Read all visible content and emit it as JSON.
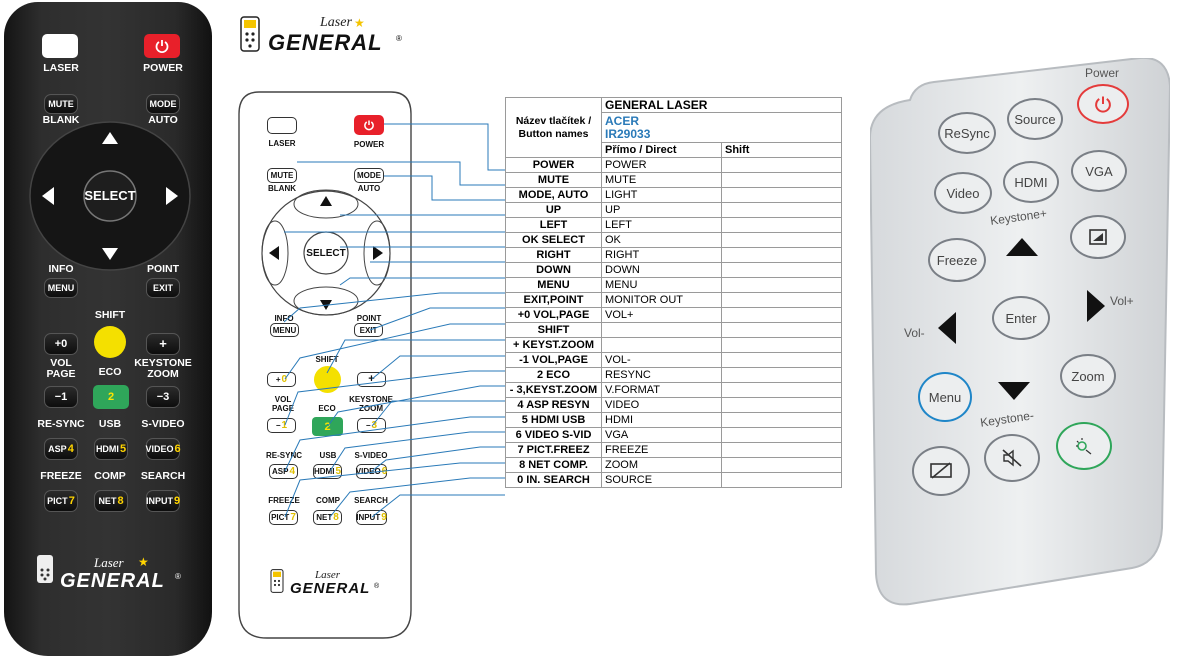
{
  "black_remote": {
    "laser": "LASER",
    "power": "POWER",
    "mute_blank": [
      "MUTE",
      "BLANK"
    ],
    "mode_auto": [
      "MODE",
      "AUTO"
    ],
    "select": "SELECT",
    "info": "INFO",
    "point": "POINT",
    "menu": "MENU",
    "exit": "EXIT",
    "shift": "SHIFT",
    "plus0": "+0",
    "plus": "+",
    "vol_page": [
      "VOL",
      "PAGE"
    ],
    "eco": "ECO",
    "keystone_zoom": [
      "KEYSTONE",
      "ZOOM"
    ],
    "minus1": "−1",
    "two": "2",
    "minus3": "−3",
    "resync": "RE-SYNC",
    "usb": "USB",
    "svideo": "S-VIDEO",
    "asp4": [
      "ASP",
      "4"
    ],
    "hdmi5": [
      "HDMI",
      "5"
    ],
    "video6": [
      "VIDEO",
      "6"
    ],
    "freeze": "FREEZE",
    "comp": "COMP",
    "search": "SEARCH",
    "pict7": [
      "PICT",
      "7"
    ],
    "net8": [
      "NET",
      "8"
    ],
    "input9": [
      "INPUT",
      "9"
    ],
    "logo_laser": "Laser",
    "logo_general": "GENERAL"
  },
  "logo_top": {
    "laser": "Laser",
    "general": "GENERAL"
  },
  "diagram": {
    "laser": "LASER",
    "power": "POWER",
    "mute": "MUTE",
    "blank": "BLANK",
    "mode": "MODE",
    "auto": "AUTO",
    "select": "SELECT",
    "info": "INFO",
    "point": "POINT",
    "menu": "MENU",
    "exit": "EXIT",
    "shift": "SHIFT",
    "plus": "+",
    "zero": "0",
    "vol": "VOL",
    "page": "PAGE",
    "eco": "ECO",
    "keystone": "KEYSTONE",
    "zoom": "ZOOM",
    "minus": "−",
    "one": "1",
    "two": "2",
    "three": "3",
    "resync": "RE-SYNC",
    "usb": "USB",
    "svideo": "S-VIDEO",
    "asp": "ASP",
    "four": "4",
    "hdmi": "HDMI",
    "five": "5",
    "video": "VIDEO",
    "six": "6",
    "freeze": "FREEZE",
    "comp": "COMP",
    "search": "SEARCH",
    "pict": "PICT",
    "seven": "7",
    "net": "NET",
    "eight": "8",
    "input": "INPUT",
    "nine": "9",
    "logo_laser": "Laser",
    "logo_general": "GENERAL"
  },
  "table": {
    "header_left": "Název tlačítek / Button names",
    "brand": "GENERAL LASER",
    "model_brand": "ACER",
    "model_code": "IR29033",
    "col_direct": "Přímo / Direct",
    "col_shift": "Shift",
    "rows": [
      {
        "name": "POWER",
        "direct": "POWER",
        "shift": ""
      },
      {
        "name": "MUTE",
        "direct": "MUTE",
        "shift": ""
      },
      {
        "name": "MODE, AUTO",
        "direct": "LIGHT",
        "shift": ""
      },
      {
        "name": "UP",
        "direct": "UP",
        "shift": ""
      },
      {
        "name": "LEFT",
        "direct": "LEFT",
        "shift": ""
      },
      {
        "name": "OK SELECT",
        "direct": "OK",
        "shift": ""
      },
      {
        "name": "RIGHT",
        "direct": "RIGHT",
        "shift": ""
      },
      {
        "name": "DOWN",
        "direct": "DOWN",
        "shift": ""
      },
      {
        "name": "MENU",
        "direct": "MENU",
        "shift": ""
      },
      {
        "name": "EXIT,POINT",
        "direct": "MONITOR OUT",
        "shift": ""
      },
      {
        "name": "+0 VOL,PAGE",
        "direct": "VOL+",
        "shift": ""
      },
      {
        "name": "SHIFT",
        "direct": "",
        "shift": ""
      },
      {
        "name": "+ KEYST.ZOOM",
        "direct": "",
        "shift": ""
      },
      {
        "name": "-1 VOL,PAGE",
        "direct": "VOL-",
        "shift": ""
      },
      {
        "name": "2 ECO",
        "direct": "RESYNC",
        "shift": ""
      },
      {
        "name": "- 3,KEYST.ZOOM",
        "direct": "V.FORMAT",
        "shift": ""
      },
      {
        "name": "4 ASP RESYN",
        "direct": "VIDEO",
        "shift": ""
      },
      {
        "name": "5 HDMI USB",
        "direct": "HDMI",
        "shift": ""
      },
      {
        "name": "6 VIDEO S-VID",
        "direct": "VGA",
        "shift": ""
      },
      {
        "name": "7 PICT.FREEZ",
        "direct": "FREEZE",
        "shift": ""
      },
      {
        "name": "8 NET COMP.",
        "direct": "ZOOM",
        "shift": ""
      },
      {
        "name": "0 IN. SEARCH",
        "direct": "SOURCE",
        "shift": ""
      }
    ]
  },
  "white_remote": {
    "power": "Power",
    "resync": "ReSync",
    "source": "Source",
    "video": "Video",
    "hdmi": "HDMI",
    "vga": "VGA",
    "keystone_plus": "Keystone+",
    "freeze": "Freeze",
    "enter": "Enter",
    "vol_plus": "Vol+",
    "vol_minus": "Vol-",
    "menu": "Menu",
    "zoom": "Zoom",
    "keystone_minus": "Keystone-"
  },
  "colors": {
    "power_red": "#e8202a",
    "eco_green": "#2fa65a",
    "shift_yellow": "#f4e000",
    "link_blue": "#2a7ab8",
    "menu_blue": "#1f86c8",
    "white_power": "#e43b3b"
  }
}
